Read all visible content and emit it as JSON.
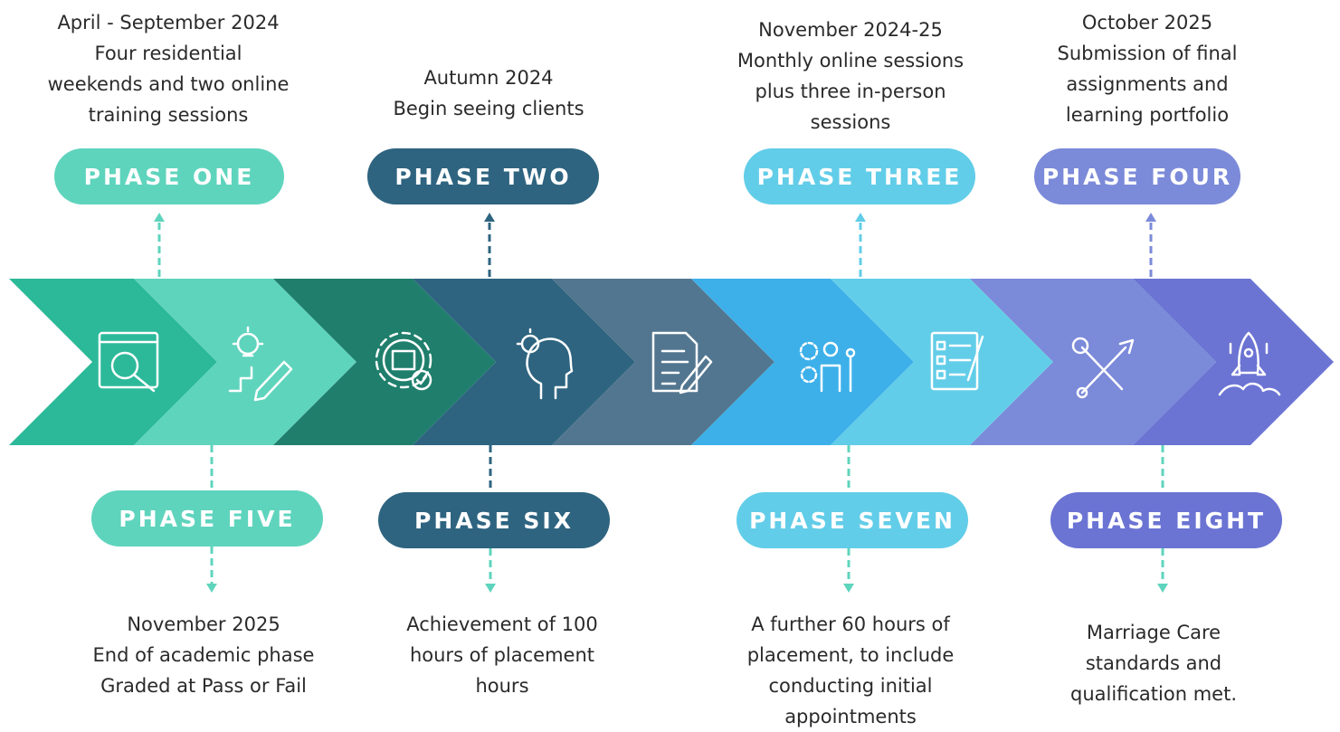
{
  "phases": [
    {
      "label": "PHASE ONE",
      "color": "#5fd4bd",
      "lines": [
        "April - September 2024",
        "Four residential",
        "weekends and two online",
        "training sessions"
      ]
    },
    {
      "label": "PHASE TWO",
      "color": "#2e6480",
      "lines": [
        "Autumn 2024",
        "Begin seeing clients"
      ]
    },
    {
      "label": "PHASE THREE",
      "color": "#62cde8",
      "lines": [
        "November 2024-25",
        "Monthly online sessions",
        "plus three in-person",
        "sessions"
      ]
    },
    {
      "label": "PHASE FOUR",
      "color": "#7b8ad9",
      "lines": [
        "October 2025",
        "Submission of final",
        "assignments and",
        "learning portfolio"
      ]
    },
    {
      "label": "PHASE FIVE",
      "color": "#5fd4bd",
      "lines": [
        "November 2025",
        "End of academic phase",
        "Graded at Pass or Fail"
      ]
    },
    {
      "label": "PHASE SIX",
      "color": "#2e6480",
      "lines": [
        "Achievement of 100",
        "hours of placement",
        "hours"
      ]
    },
    {
      "label": "PHASE SEVEN",
      "color": "#62cde8",
      "lines": [
        "A further 60 hours of",
        "placement, to include",
        "conducting initial",
        "appointments"
      ]
    },
    {
      "label": "PHASE EIGHT",
      "color": "#6b74d3",
      "lines": [
        "Marriage Care",
        "standards and",
        "qualification met."
      ]
    }
  ],
  "chevrons": [
    {
      "icon": "magnifier-window-icon",
      "color": "#2cb99a"
    },
    {
      "icon": "lightbulb-pencil-icon",
      "color": "#5fd4bd"
    },
    {
      "icon": "gear-shield-icon",
      "color": "#1f7f6c"
    },
    {
      "icon": "head-lightbulb-icon",
      "color": "#2e6480"
    },
    {
      "icon": "document-pen-icon",
      "color": "#52768f"
    },
    {
      "icon": "gears-people-icon",
      "color": "#3db0ea"
    },
    {
      "icon": "checklist-icon",
      "color": "#62cde8"
    },
    {
      "icon": "wrench-screwdriver-icon",
      "color": "#7b8ad9"
    },
    {
      "icon": "rocket-icon",
      "color": "#6b74d3"
    }
  ]
}
